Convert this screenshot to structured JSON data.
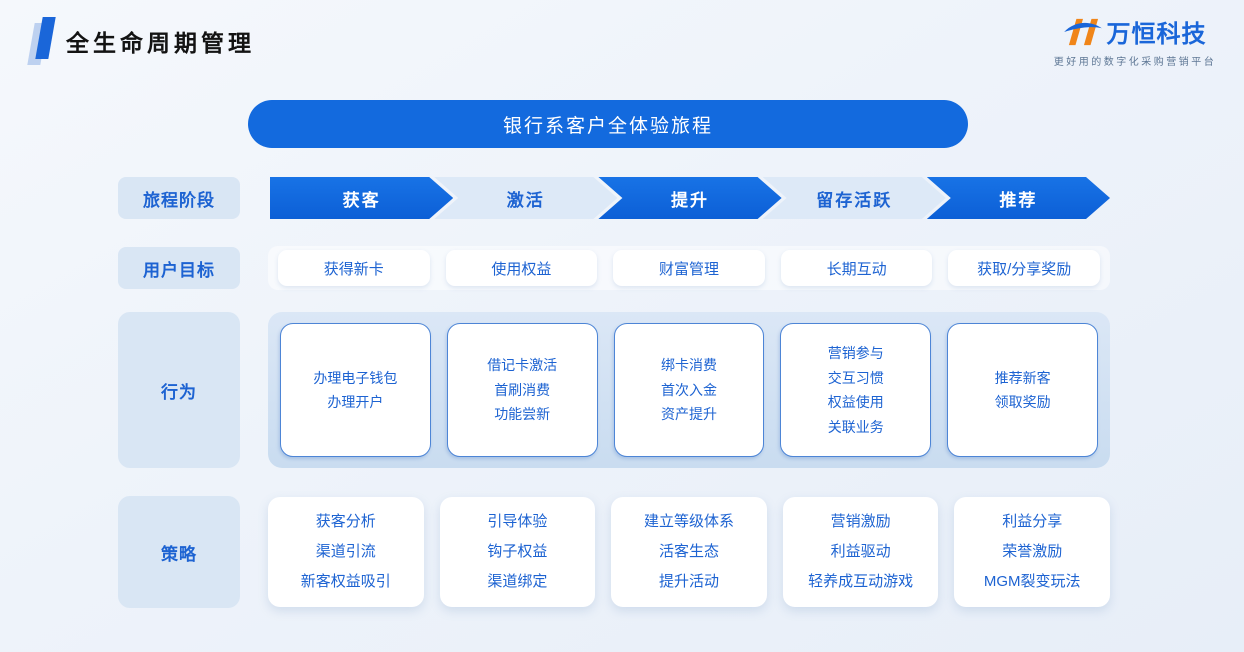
{
  "header": {
    "title": "全生命周期管理",
    "logo": {
      "name": "万恒科技",
      "tagline": "更好用的数字化采购营销平台"
    }
  },
  "banner": {
    "title": "银行系客户全体验旅程"
  },
  "rows": {
    "stages": {
      "label": "旅程阶段",
      "items": [
        {
          "label": "获客",
          "active": true
        },
        {
          "label": "激活",
          "active": false
        },
        {
          "label": "提升",
          "active": true
        },
        {
          "label": "留存活跃",
          "active": false
        },
        {
          "label": "推荐",
          "active": true
        }
      ]
    },
    "goals": {
      "label": "用户目标",
      "items": [
        "获得新卡",
        "使用权益",
        "财富管理",
        "长期互动",
        "获取/分享奖励"
      ]
    },
    "behaviors": {
      "label": "行为",
      "cards": [
        [
          "办理电子钱包",
          "办理开户"
        ],
        [
          "借记卡激活",
          "首刷消费",
          "功能尝新"
        ],
        [
          "绑卡消费",
          "首次入金",
          "资产提升"
        ],
        [
          "营销参与",
          "交互习惯",
          "权益使用",
          "关联业务"
        ],
        [
          "推荐新客",
          "领取奖励"
        ]
      ]
    },
    "strategies": {
      "label": "策略",
      "cards": [
        [
          "获客分析",
          "渠道引流",
          "新客权益吸引"
        ],
        [
          "引导体验",
          "钩子权益",
          "渠道绑定"
        ],
        [
          "建立等级体系",
          "活客生态",
          "提升活动"
        ],
        [
          "营销激励",
          "利益驱动",
          "轻养成互动游戏"
        ],
        [
          "利益分享",
          "荣誉激励",
          "MGM裂变玩法"
        ]
      ]
    }
  },
  "colors": {
    "primary-blue": "#136ade",
    "light-stage": "#dde9f7",
    "label-pill": "#d9e6f4",
    "text-blue": "#1d63d2",
    "logo-blue": "#1a66d9",
    "logo-orange": "#f08519",
    "bg-top": "#f5f8fc",
    "bg-bottom": "#e7eef8"
  }
}
